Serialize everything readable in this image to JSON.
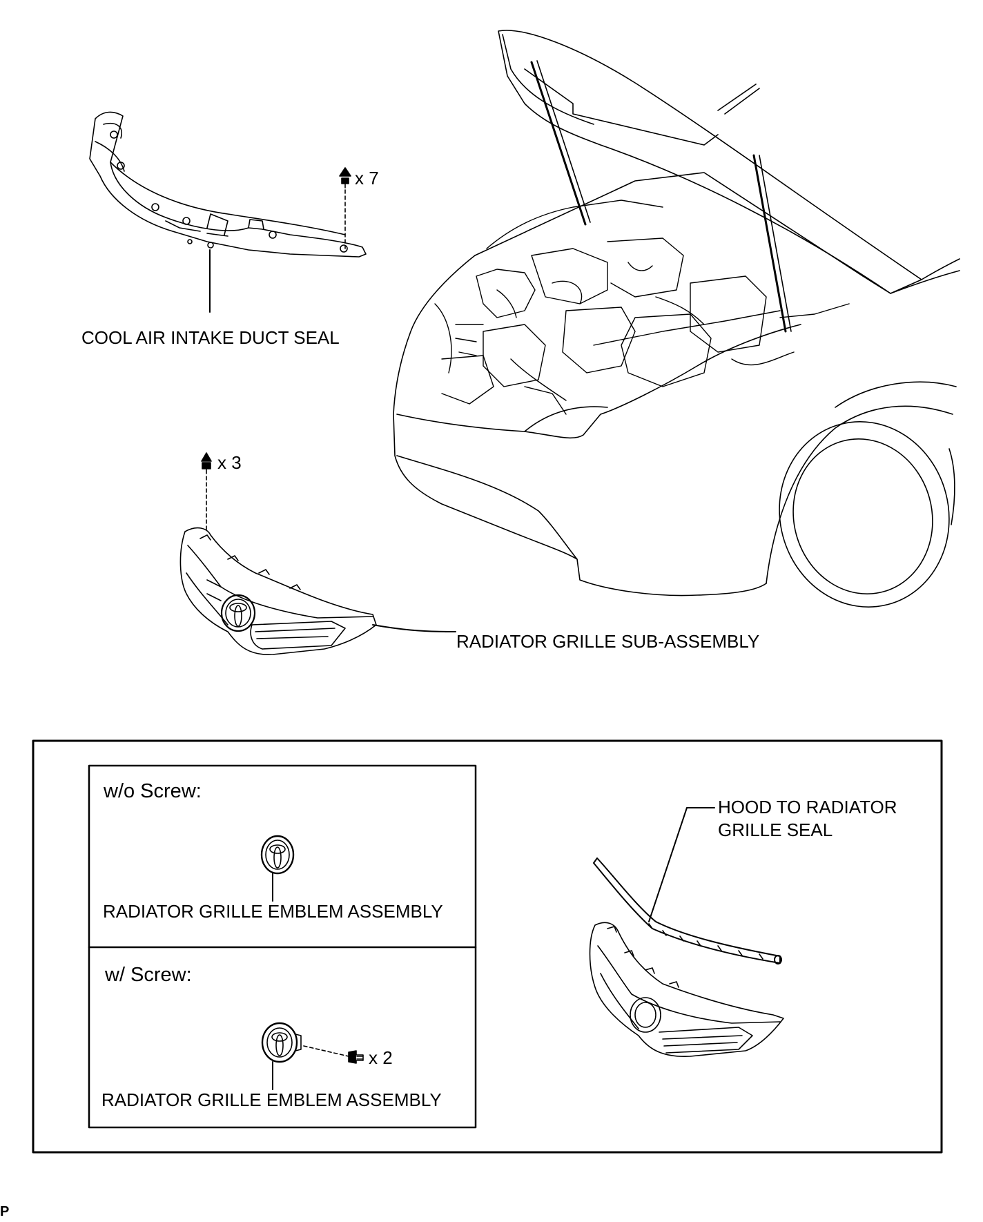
{
  "labels": {
    "cool_air_intake_duct_seal": "COOL AIR INTAKE DUCT SEAL",
    "radiator_grille_sub_assembly": "RADIATOR GRILLE SUB-ASSEMBLY",
    "hood_to_radiator_grille_seal_line1": "HOOD TO RADIATOR",
    "hood_to_radiator_grille_seal_line2": "GRILLE SEAL",
    "emblem_without_screw": "RADIATOR GRILLE EMBLEM ASSEMBLY",
    "emblem_with_screw": "RADIATOR GRILLE EMBLEM ASSEMBLY"
  },
  "conditions": {
    "without_screw": "w/o Screw:",
    "with_screw": "w/ Screw:"
  },
  "quantities": {
    "duct_seal_clips": "x 7",
    "grille_clips": "x 3",
    "emblem_screws": "x 2"
  },
  "corner_mark": "P",
  "icons": [
    "clip-icon",
    "screw-icon",
    "emblem-icon"
  ],
  "colors": {
    "line": "#000000",
    "background": "#ffffff"
  }
}
